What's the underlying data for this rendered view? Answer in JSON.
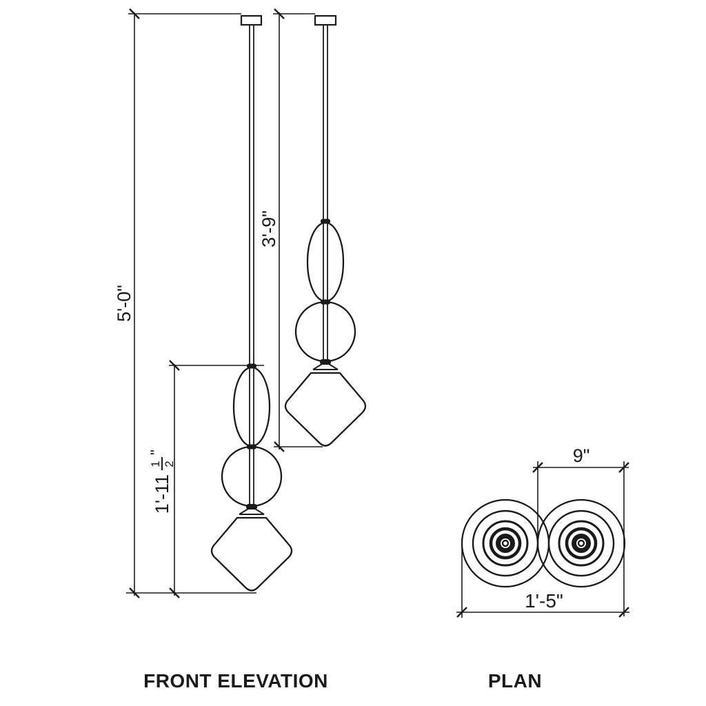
{
  "style": {
    "line_color": "#1a1a1a",
    "background": "#ffffff"
  },
  "front_elevation": {
    "label": "FRONT ELEVATION",
    "dim_overall_height": "5'-0\"",
    "dim_right_pendant": "3'-9\"",
    "dim_left_pendant": {
      "prefix": "1'-11",
      "fraction_numerator": "1",
      "fraction_denominator": "2",
      "suffix": "\""
    }
  },
  "plan": {
    "label": "PLAN",
    "dim_fixture_diameter": "9\"",
    "dim_overall_width": "1'-5\""
  }
}
